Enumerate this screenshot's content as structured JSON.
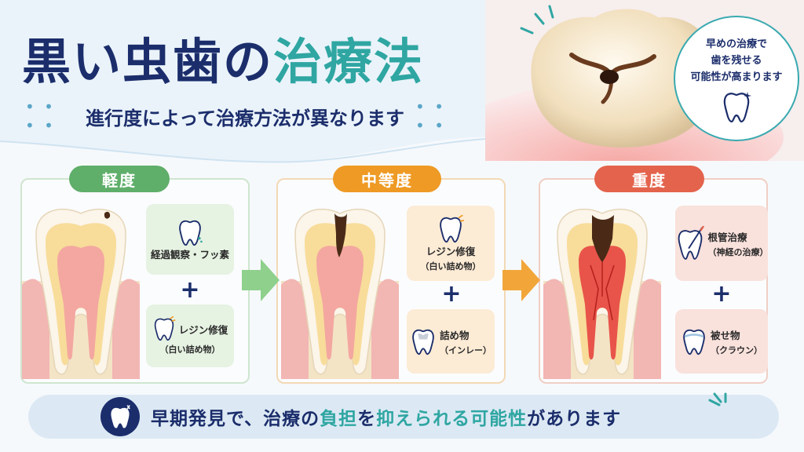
{
  "title": {
    "part1": "黒い虫歯の",
    "part2": "治療法"
  },
  "subtitle": "進行度によって治療方法が異なります",
  "bubble": {
    "line1": "早めの治療で",
    "line2": "歯を残せる",
    "line3": "可能性が高まります"
  },
  "stages": [
    {
      "label": "軽度",
      "treatment1": {
        "label": "経過観察・フッ素"
      },
      "treatment2": {
        "label": "レジン修復",
        "sub": "（白い詰め物）"
      }
    },
    {
      "label": "中等度",
      "treatment1": {
        "label": "レジン修復",
        "sub": "（白い詰め物）"
      },
      "treatment2": {
        "label": "詰め物",
        "sub": "（インレー）"
      }
    },
    {
      "label": "重度",
      "treatment1": {
        "label": "根管治療",
        "sub": "（神経の治療）"
      },
      "treatment2": {
        "label": "被せ物",
        "sub": "（クラウン）"
      }
    }
  ],
  "plus": "+",
  "bottom": {
    "part1": "早期発見で、治療の",
    "hl1": "負担",
    "part2": "を",
    "hl2": "抑えられる",
    "hl3": "可能性",
    "part3": "があります"
  },
  "colors": {
    "navy": "#1b2d6b",
    "teal": "#2fa6a2",
    "mild": "#5fae6a",
    "moderate": "#ee9a24",
    "severe": "#e4634c"
  },
  "icons": [
    "tooth-icon",
    "sparkle-icon",
    "arrow-right-icon",
    "root-canal-icon",
    "shield-tooth-icon"
  ]
}
